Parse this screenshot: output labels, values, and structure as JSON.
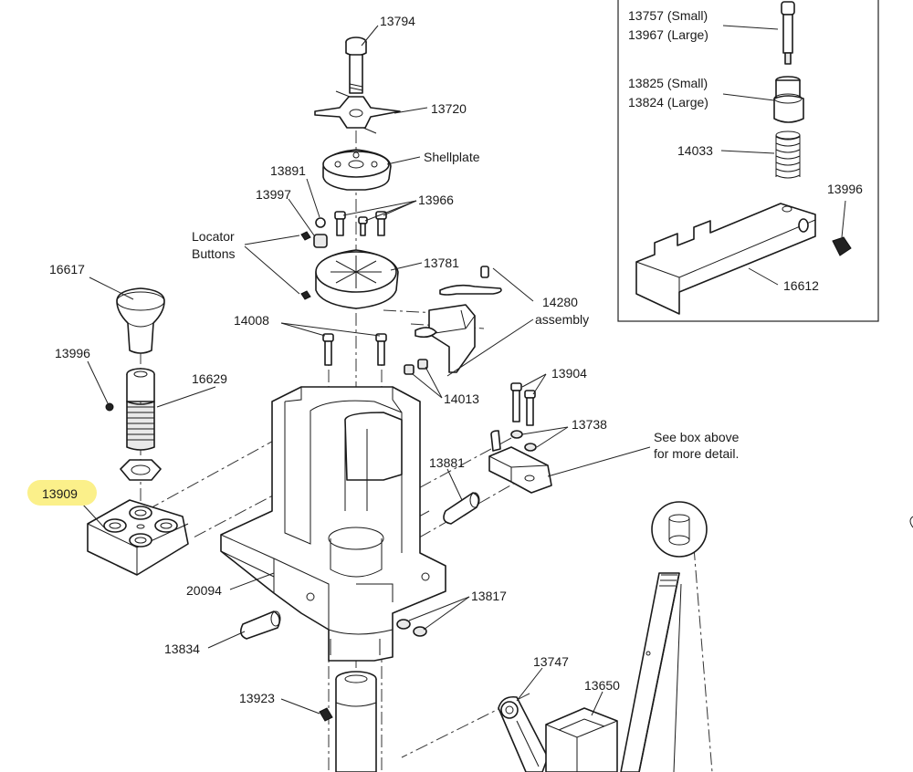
{
  "labels": {
    "p13794": "13794",
    "p13720": "13720",
    "shellplate": "Shellplate",
    "p13891": "13891",
    "p13997": "13997",
    "p13966": "13966",
    "locator1": "Locator",
    "locator2": "Buttons",
    "p13781": "13781",
    "p14280a": "14280",
    "p14280b": "assembly",
    "p14008": "14008",
    "p14013": "14013",
    "p16617": "16617",
    "p13996a": "13996",
    "p16629": "16629",
    "p13904": "13904",
    "p13738": "13738",
    "note1": "See box above",
    "note2": "for more detail.",
    "p13881": "13881",
    "p13909": "13909",
    "p20094": "20094",
    "p13817": "13817",
    "p13834": "13834",
    "p13923": "13923",
    "p13747": "13747",
    "p13650": "13650"
  },
  "detail_box": {
    "p13757": "13757 (Small)",
    "p13967": "13967 (Large)",
    "p13825": "13825 (Small)",
    "p13824": "13824 (Large)",
    "p14033": "14033",
    "p13996b": "13996",
    "p16612": "16612"
  },
  "colors": {
    "highlight": "#fbf08a",
    "ink": "#1a1a1a"
  }
}
